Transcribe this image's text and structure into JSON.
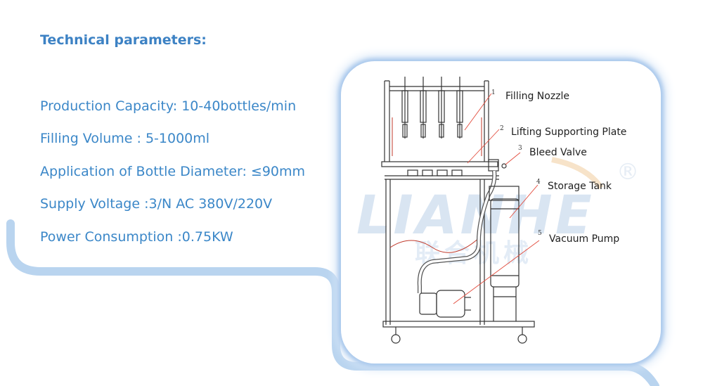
{
  "heading": "Technical parameters:",
  "parameters": [
    "Production Capacity: 10-40bottles/min",
    "Filling Volume : 5-1000ml",
    "Application of Bottle Diameter: ≤90mm",
    "Supply Voltage :3/N AC 380V/220V",
    "Power Consumption :0.75KW"
  ],
  "diagram": {
    "callouts": [
      {
        "number": "1",
        "label": "Filling Nozzle"
      },
      {
        "number": "2",
        "label": "Lifting Supporting Plate"
      },
      {
        "number": "3",
        "label": "Bleed Valve"
      },
      {
        "number": "4",
        "label": "Storage Tank"
      },
      {
        "number": "5",
        "label": "Vacuum Pump"
      }
    ],
    "watermark": {
      "text": "LIANHE",
      "chinese": "联合机械",
      "registered": "®"
    }
  },
  "colors": {
    "text_blue": "#3b87c8",
    "band_blue": "#b9d4ef",
    "frame_glow": "#a9c8ec",
    "watermark": "#d9e5f2"
  }
}
